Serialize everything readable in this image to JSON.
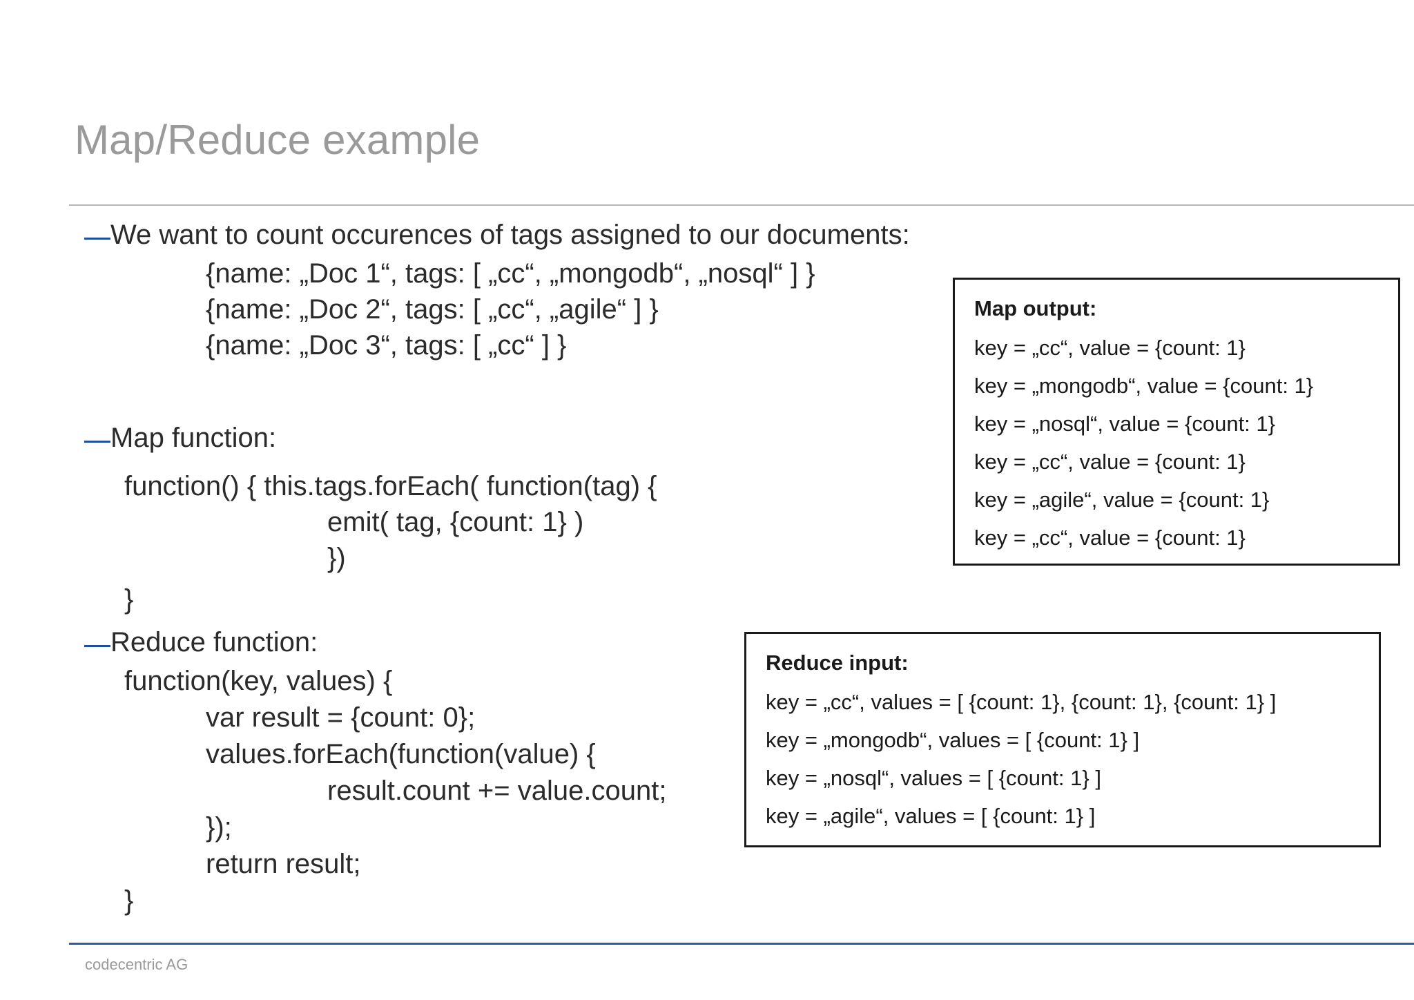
{
  "slide": {
    "title": "Map/Reduce example",
    "footer": "codecentric AG",
    "accent_blue": "#1f4e9c",
    "footer_rule_color": "#2b5ca8",
    "title_color": "#9a9a9a",
    "body_color": "#2b2b2b"
  },
  "bullets": [
    {
      "label": "We want to count occurences of tags assigned to our documents:"
    },
    {
      "label": "Map function:"
    },
    {
      "label": "Reduce function:"
    }
  ],
  "documents": [
    "{name: „Doc 1“, tags: [ „cc“, „mongodb“, „nosql“ ] }",
    "{name: „Doc 2“, tags: [ „cc“, „agile“ ] }",
    "{name: „Doc 3“, tags: [ „cc“ ] }"
  ],
  "map_function": [
    "function() { this.tags.forEach( function(tag) {",
    "emit( tag, {count: 1} )",
    "})",
    "}"
  ],
  "reduce_function": [
    "function(key, values) {",
    "var result = {count: 0};",
    "values.forEach(function(value) {",
    "result.count += value.count;",
    "});",
    "return result;",
    "}"
  ],
  "map_output_box": {
    "title": "Map output:",
    "lines": [
      "key = „cc“, value = {count: 1}",
      "key = „mongodb“, value = {count: 1}",
      "key = „nosql“, value = {count: 1}",
      "key = „cc“, value = {count: 1}",
      "key = „agile“, value = {count: 1}",
      "key = „cc“, value = {count: 1}"
    ]
  },
  "reduce_input_box": {
    "title": "Reduce input:",
    "lines": [
      "key = „cc“, values = [ {count: 1}, {count: 1}, {count: 1} ]",
      "key = „mongodb“, values = [ {count: 1} ]",
      "key = „nosql“, values = [ {count: 1} ]",
      "key = „agile“, values = [ {count: 1} ]"
    ]
  }
}
